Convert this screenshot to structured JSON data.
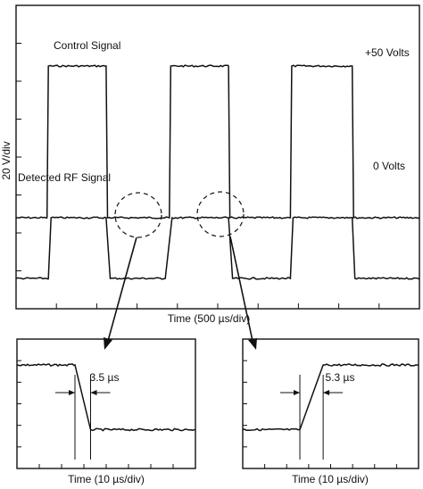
{
  "chart_data": [
    {
      "type": "line",
      "panel": "main",
      "xlabel": "Time (500 µs/div)",
      "ylabel": "20 V/div",
      "xlim": [
        0,
        3000
      ],
      "ylim": [
        -30,
        70
      ],
      "grid": false,
      "series": [
        {
          "name": "Control Signal",
          "x": [
            0,
            230,
            240,
            670,
            680,
            1140,
            1150,
            1580,
            1590,
            2040,
            2050,
            2500,
            2510,
            3000
          ],
          "y": [
            0,
            0,
            50,
            50,
            0,
            0,
            50,
            50,
            0,
            0,
            50,
            50,
            0,
            0
          ]
        },
        {
          "name": "Detected RF Signal",
          "x": [
            0,
            240,
            260,
            670,
            700,
            1110,
            1160,
            1580,
            1610,
            2040,
            2060,
            2500,
            2520,
            3000
          ],
          "y": [
            -20,
            -20,
            0,
            0,
            -20,
            -20,
            0,
            0,
            -20,
            -20,
            0,
            0,
            -20,
            -20
          ]
        }
      ],
      "annotations": [
        "Control Signal",
        "Detected RF Signal",
        "+50 Volts",
        "0 Volts"
      ]
    },
    {
      "type": "line",
      "panel": "zoom-fall",
      "xlabel": "Time (10 µs/div)",
      "xlim": [
        0,
        40
      ],
      "ylim": [
        0,
        10
      ],
      "series": [
        {
          "x": [
            0,
            13,
            16.5,
            40
          ],
          "y": [
            8,
            8,
            3,
            3
          ]
        }
      ],
      "annotations": [
        "3.5 µs"
      ],
      "marker_window": [
        13,
        16.5
      ]
    },
    {
      "type": "line",
      "panel": "zoom-rise",
      "xlabel": "Time (10 µs/div)",
      "xlim": [
        0,
        40
      ],
      "ylim": [
        0,
        10
      ],
      "series": [
        {
          "x": [
            0,
            13,
            18.3,
            40
          ],
          "y": [
            3,
            3,
            8,
            8
          ]
        }
      ],
      "annotations": [
        "5.3 µs"
      ],
      "marker_window": [
        13,
        18.3
      ]
    }
  ],
  "labels": {
    "control": "Control Signal",
    "rf": "Detected RF Signal",
    "plus50": "+50 Volts",
    "zero": "0 Volts",
    "ylabel": "20 V/div",
    "main_xlabel": "Time (500 µs/div)",
    "zoom1_xlabel": "Time (10 µs/div)",
    "zoom2_xlabel": "Time (10 µs/div)",
    "zoom1_width": "3.5 µs",
    "zoom2_width": "5.3 µs"
  }
}
